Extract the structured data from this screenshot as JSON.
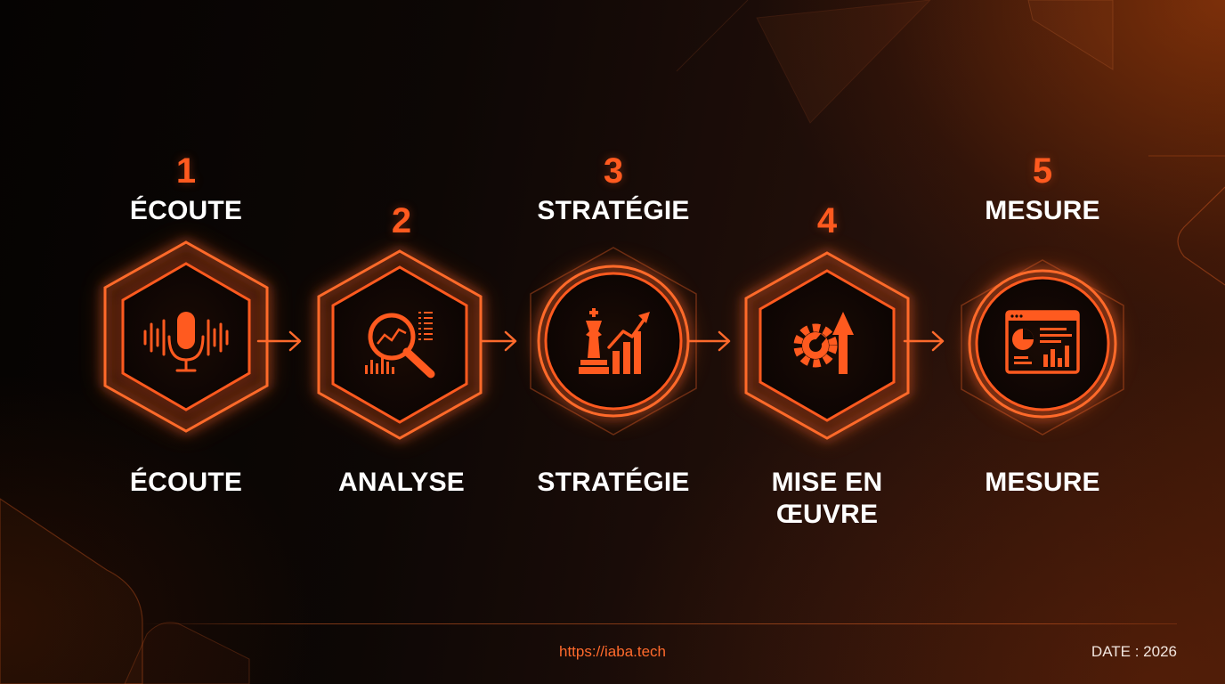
{
  "colors": {
    "accent": "#ff5a1f",
    "accent_glow": "#ff6a2c",
    "text": "#ffffff",
    "background": "#0b0604"
  },
  "steps": [
    {
      "number": "1",
      "title": "ÉCOUTE",
      "label": "ÉCOUTE",
      "icon": "microphone-soundwave-icon"
    },
    {
      "number": "2",
      "title": "",
      "label": "ANALYSE",
      "icon": "magnifier-chart-icon"
    },
    {
      "number": "3",
      "title": "STRATÉGIE",
      "label": "STRATÉGIE",
      "icon": "chess-king-growth-icon"
    },
    {
      "number": "4",
      "title": "",
      "label": "MISE EN ŒUVRE",
      "label_lines": [
        "MISE EN",
        "ŒUVRE"
      ],
      "icon": "gear-wrench-arrow-icon"
    },
    {
      "number": "5",
      "title": "MESURE",
      "label": "MESURE",
      "icon": "dashboard-window-icon"
    }
  ],
  "connectors": [
    "arrow-right-icon",
    "arrow-right-icon",
    "arrow-right-icon",
    "arrow-right-icon"
  ],
  "footer": {
    "url": "https://iaba.tech",
    "date": "DATE : 2026"
  }
}
